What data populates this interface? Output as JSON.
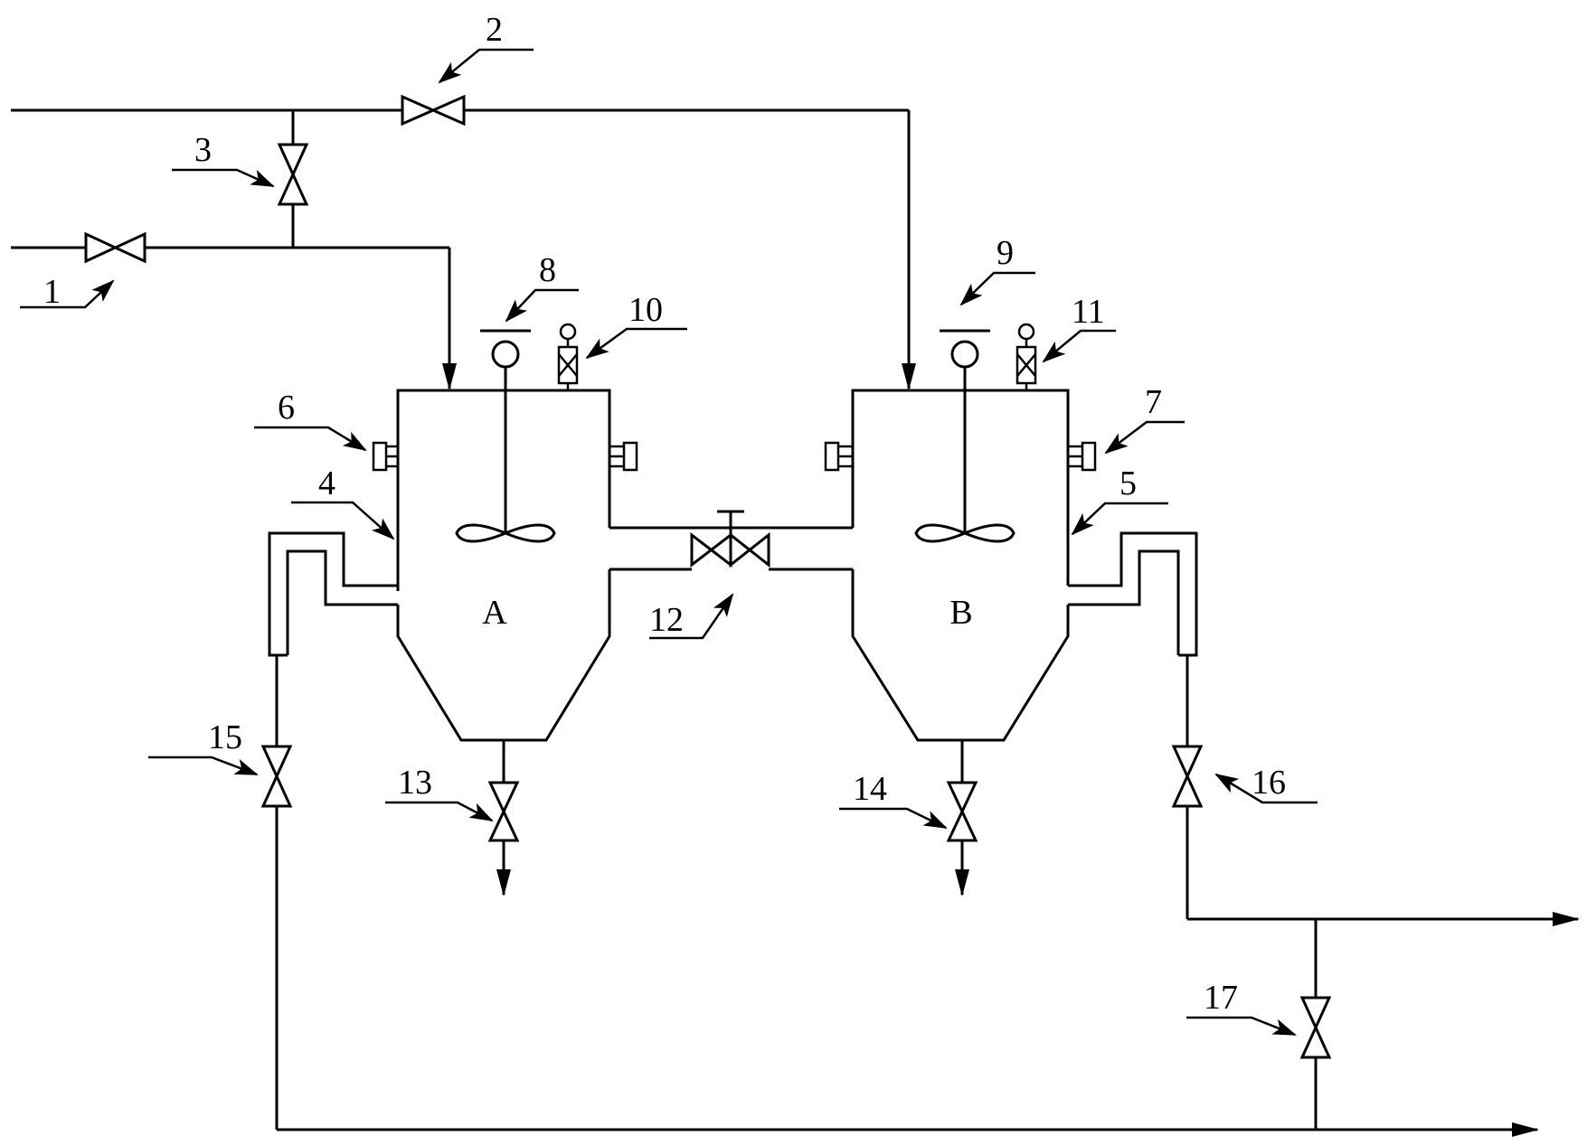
{
  "tanks": {
    "a": {
      "label": "A"
    },
    "b": {
      "label": "B"
    }
  },
  "callouts": {
    "n1": "1",
    "n2": "2",
    "n3": "3",
    "n4": "4",
    "n5": "5",
    "n6": "6",
    "n7": "7",
    "n8": "8",
    "n9": "9",
    "n10": "10",
    "n11": "11",
    "n12": "12",
    "n13": "13",
    "n14": "14",
    "n15": "15",
    "n16": "16",
    "n17": "17"
  }
}
